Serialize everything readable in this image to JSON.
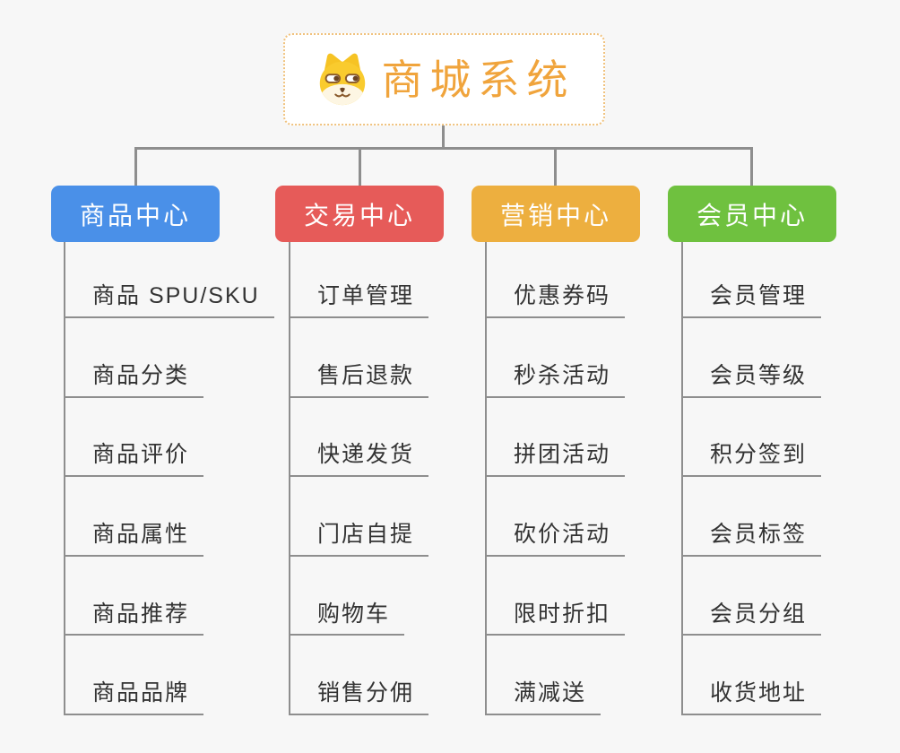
{
  "root": {
    "title": "商城系统",
    "icon": "dog-icon"
  },
  "branches": [
    {
      "label": "商品中心",
      "color": "#4A90E8",
      "children": [
        "商品 SPU/SKU",
        "商品分类",
        "商品评价",
        "商品属性",
        "商品推荐",
        "商品品牌"
      ]
    },
    {
      "label": "交易中心",
      "color": "#E65B59",
      "children": [
        "订单管理",
        "售后退款",
        "快递发货",
        "门店自提",
        "购物车",
        "销售分佣"
      ]
    },
    {
      "label": "营销中心",
      "color": "#EDAF3F",
      "children": [
        "优惠券码",
        "秒杀活动",
        "拼团活动",
        "砍价活动",
        "限时折扣",
        "满减送"
      ]
    },
    {
      "label": "会员中心",
      "color": "#6FC13F",
      "children": [
        "会员管理",
        "会员等级",
        "积分签到",
        "会员标签",
        "会员分组",
        "收货地址"
      ]
    }
  ],
  "colors": {
    "background": "#f7f7f7",
    "line_gray": "#8e8e8e",
    "item_text": "#333333",
    "root_accent": "#f0a43c",
    "root_border": "#f0c27e",
    "branch_blue": "#4A90E8",
    "branch_red": "#E65B59",
    "branch_orange": "#EDAF3F",
    "branch_green": "#6FC13F"
  }
}
